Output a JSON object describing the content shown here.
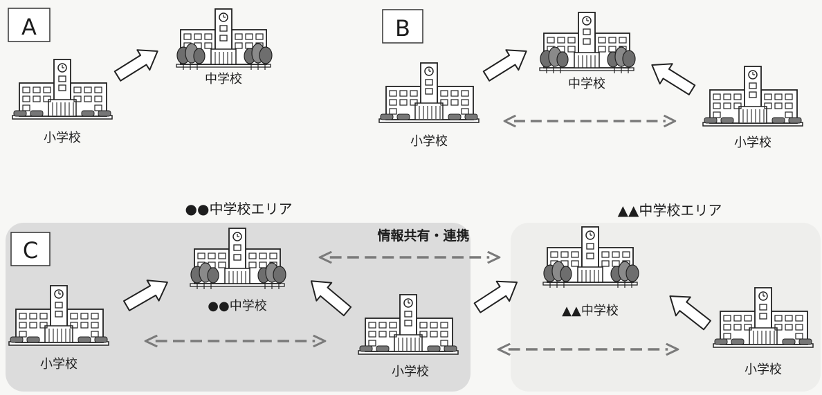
{
  "panels": {
    "a": {
      "letter": "A",
      "elementary_label": "小学校",
      "junior_label": "中学校"
    },
    "b": {
      "letter": "B",
      "junior_label": "中学校",
      "elementary_left_label": "小学校",
      "elementary_right_label": "小学校"
    },
    "c": {
      "letter": "C",
      "area1_title": "●●中学校エリア",
      "area2_title": "▲▲中学校エリア",
      "cooperation_label": "情報共有・連携",
      "junior1_label": "●●中学校",
      "junior2_label": "▲▲中学校",
      "elementary1_label": "小学校",
      "elementary2_label": "小学校",
      "elementary3_label": "小学校"
    }
  },
  "colors": {
    "line": "#222222",
    "dashed_arrow": "#7a7a7a",
    "area1_fill": "#dcdcdc",
    "area2_fill": "#eeeeec",
    "tree_fill": "#6e6e6e"
  }
}
